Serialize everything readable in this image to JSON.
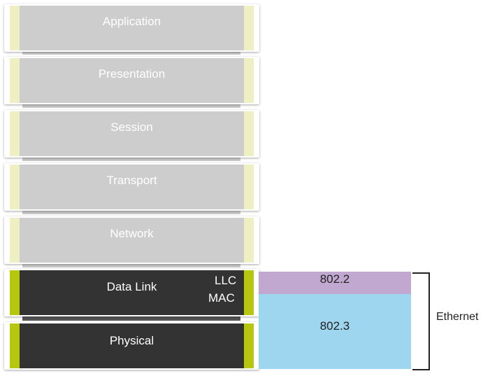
{
  "layers": [
    {
      "label": "Application"
    },
    {
      "label": "Presentation"
    },
    {
      "label": "Session"
    },
    {
      "label": "Transport"
    },
    {
      "label": "Network"
    },
    {
      "label": "Data Link"
    },
    {
      "label": "Physical"
    }
  ],
  "sublayers": {
    "llc": "LLC",
    "mac": "MAC"
  },
  "standards": {
    "llc": "802.2",
    "mac": "802.3"
  },
  "bracket_label": "Ethernet",
  "colors": {
    "upper_layer_fill": "#cdcdcd",
    "upper_layer_cap": "#eef0c4",
    "lower_layer_fill": "#333333",
    "lower_layer_cap": "#b7c70e",
    "llc_block": "#c0a8d0",
    "mac_block": "#9ed6ef"
  }
}
